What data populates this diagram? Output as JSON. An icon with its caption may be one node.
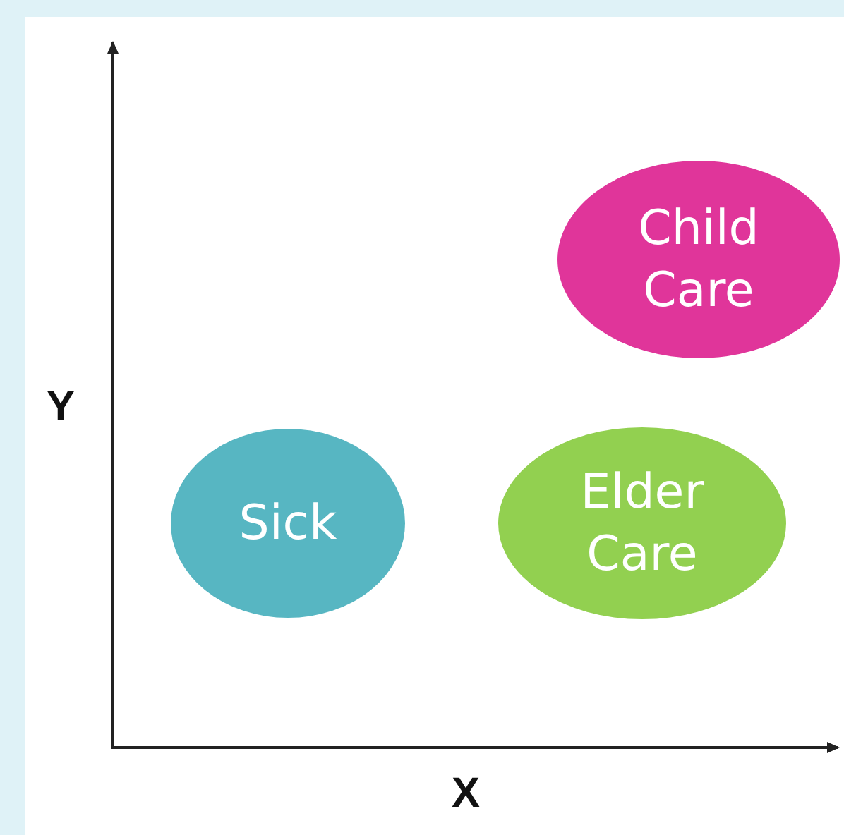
{
  "diagram": {
    "nodes": [
      {
        "text": [
          "Child Care"
        ]
      },
      {
        "text": [
          "Sick"
        ]
      },
      {
        "text": [
          "Elder Care"
        ]
      }
    ],
    "labels": [
      "Y",
      "X"
    ]
  }
}
